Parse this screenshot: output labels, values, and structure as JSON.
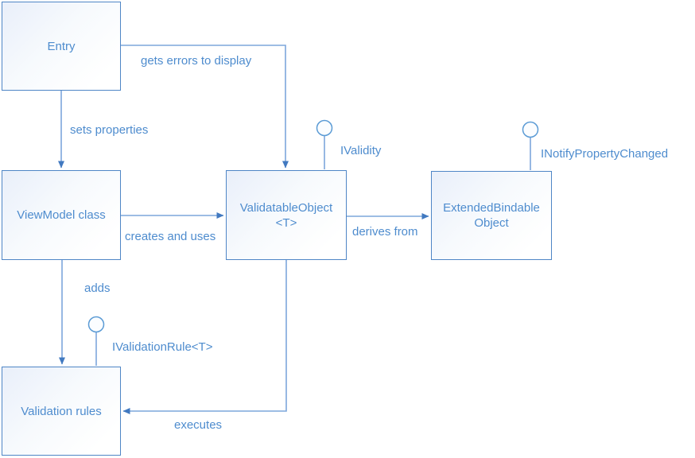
{
  "diagram": {
    "kind": "class-relationship-diagram",
    "colors": {
      "connector_line": "#7da7dc",
      "arrowhead": "#4179c0",
      "node_border": "#4f86c6",
      "node_fill_start": "#e9effa",
      "node_fill_end": "#ffffff",
      "lollipop_stroke": "#5b9bd5",
      "text": "#4e8cce",
      "background": "#ffffff"
    }
  },
  "nodes": {
    "entry": {
      "lines": [
        "Entry"
      ]
    },
    "viewmodel": {
      "lines": [
        "ViewModel class"
      ]
    },
    "validatable": {
      "lines": [
        "ValidatableObject",
        "<T>"
      ]
    },
    "extended": {
      "lines": [
        "ExtendedBindable",
        "Object"
      ]
    },
    "validation_rules": {
      "lines": [
        "Validation rules"
      ]
    }
  },
  "edges": {
    "gets_errors": {
      "label": "gets errors to display",
      "from": "Entry",
      "to": "ValidatableObject<T>"
    },
    "sets_properties": {
      "label": "sets properties",
      "from": "Entry",
      "to": "ViewModel class"
    },
    "creates_uses": {
      "label": "creates and uses",
      "from": "ViewModel class",
      "to": "ValidatableObject<T>"
    },
    "derives_from": {
      "label": "derives from",
      "from": "ValidatableObject<T>",
      "to": "ExtendedBindableObject"
    },
    "adds": {
      "label": "adds",
      "from": "ViewModel class",
      "to": "Validation rules"
    },
    "executes": {
      "label": "executes",
      "from": "ValidatableObject<T>",
      "to": "Validation rules"
    }
  },
  "interfaces": {
    "ivalidity": {
      "label": "IValidity",
      "attached_to": "ValidatableObject<T>"
    },
    "inotify": {
      "label": "INotifyPropertyChanged",
      "attached_to": "ExtendedBindableObject"
    },
    "ivalrule": {
      "label": "IValidationRule<T>",
      "attached_to": "Validation rules"
    }
  }
}
